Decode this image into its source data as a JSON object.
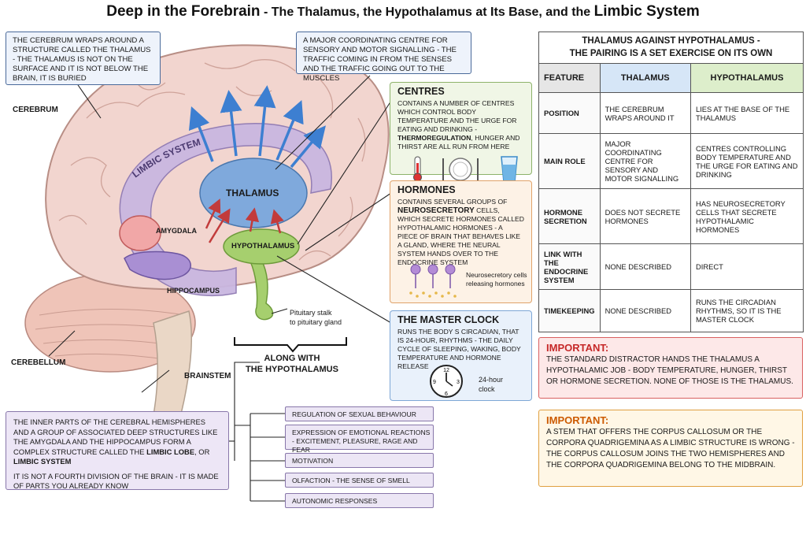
{
  "title": {
    "part1": "Deep in the Forebrain",
    "part2": " - The Thalamus, the Hypothalamus at Its Base, and the ",
    "part3": "Limbic System"
  },
  "notes": {
    "cerebrum_wrap": "The cerebrum wraps around a structure called the thalamus - the thalamus is not on the surface and it is not below the brain, it is buried",
    "coordinating": "A major coordinating centre for sensory and motor signalling - the traffic coming in from the senses and the traffic going out to the muscles"
  },
  "labels": {
    "cerebrum": "CEREBRUM",
    "limbic_system": "LIMBIC SYSTEM",
    "thalamus": "THALAMUS",
    "amygdala": "AMYGDALA",
    "hypothalamus": "HYPOTHALAMUS",
    "hippocampus": "HIPPOCAMPUS",
    "cerebellum": "CEREBELLUM",
    "brainstem": "BRAINSTEM",
    "pituitary_line1": "Pituitary stalk",
    "pituitary_line2": "to pituitary gland",
    "along_line1": "ALONG WITH",
    "along_line2": "THE HYPOTHALAMUS"
  },
  "centres": {
    "title": "CENTRES",
    "text_a": "Contains a number of centres which control body temperature and the urge for eating and drinking - ",
    "text_bold": "thermoregulation",
    "text_b": ", hunger and thirst are all run from here"
  },
  "hormones": {
    "title": "HORMONES",
    "text_a": "Contains several groups of ",
    "text_bold": "neurosecretory",
    "text_b": " cells, which secrete hormones called hypothalamic hormones - a piece of brain that behaves like a gland, where the neural system hands over to the endocrine system",
    "caption_line1": "Neurosecretory cells",
    "caption_line2": "releasing hormones"
  },
  "clock": {
    "title": "THE MASTER CLOCK",
    "text": "Runs the body s circadian, that is 24-hour, rhythms - the daily cycle of sleeping, waking, body temperature and hormone release",
    "n12": "12",
    "n3": "3",
    "n6": "6",
    "n9": "9",
    "caption_line1": "24-hour",
    "caption_line2": "clock"
  },
  "limbic_note": {
    "p1_a": "The inner parts of the cerebral hemispheres and a group of associated deep structures like the amygdala and the hippocampus form a complex structure called the ",
    "p1_bold1": "limbic lobe",
    "p1_mid": ", or ",
    "p1_bold2": "limbic system",
    "p2": "It is not a fourth division of the brain - it is made of parts you already know"
  },
  "functions": [
    "Regulation of sexual behaviour",
    "Expression of emotional reactions - excitement, pleasure, rage and fear",
    "Motivation",
    "Olfaction - the sense of smell",
    "Autonomic responses"
  ],
  "table": {
    "title_line1": "THALAMUS AGAINST HYPOTHALAMUS -",
    "title_line2": "THE PAIRING IS A SET EXERCISE ON ITS OWN",
    "headers": [
      "FEATURE",
      "THALAMUS",
      "HYPOTHALAMUS"
    ],
    "rows": [
      [
        "POSITION",
        "The cerebrum wraps around it",
        "Lies at the base of the thalamus"
      ],
      [
        "MAIN ROLE",
        "Major coordinating centre for sensory and motor signalling",
        "Centres controlling body temperature and the urge for eating and drinking"
      ],
      [
        "HORMONE SECRETION",
        "Does not secrete hormones",
        "Has neurosecretory cells that secrete hypothalamic hormones"
      ],
      [
        "LINK WITH THE ENDOCRINE SYSTEM",
        "None described",
        "Direct"
      ],
      [
        "TIMEKEEPING",
        "None described",
        "Runs the circadian rhythms, so it is the master clock"
      ]
    ]
  },
  "important1": {
    "title": "IMPORTANT:",
    "text": "The standard distractor hands the thalamus a hypothalamic job - body temperature, hunger, thirst or hormone secretion. None of those is the thalamus."
  },
  "important2": {
    "title": "IMPORTANT:",
    "text": "A stem that offers the corpus callosum or the corpora quadrigemina as a limbic structure is wrong - the corpus callosum joins the two hemispheres and the corpora quadrigemina belong to the midbrain."
  },
  "colors": {
    "thalamus": "#7fa9dc",
    "hypothalamus": "#a6cf6e",
    "limbic": "#c9b7e0",
    "cerebrum": "#f2d5cf",
    "th_thalamus": "#d6e6f7",
    "th_hypothalamus": "#ddeecb"
  }
}
